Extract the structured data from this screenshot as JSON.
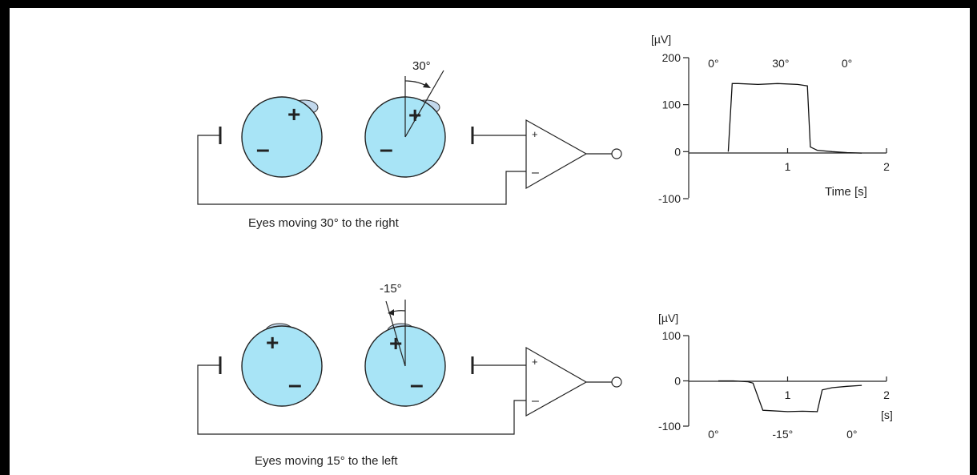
{
  "top_panel": {
    "caption": "Eyes moving 30° to the right",
    "angle_label": "30°",
    "left_eye": {
      "plus": "+",
      "minus": "–"
    },
    "right_eye": {
      "plus": "+",
      "minus": "–"
    },
    "amp": {
      "plus": "+",
      "minus": "–"
    }
  },
  "bottom_panel": {
    "caption": "Eyes moving 15° to the left",
    "angle_label": "-15°",
    "left_eye": {
      "plus": "+",
      "minus": "–"
    },
    "right_eye": {
      "plus": "+",
      "minus": "–"
    },
    "amp": {
      "plus": "+",
      "minus": "–"
    }
  },
  "chart_data": [
    {
      "type": "line",
      "ylabel": "[µV]",
      "xlabel": "Time [s]",
      "y_ticks": [
        "200",
        "100",
        "0",
        "-100"
      ],
      "x_ticks": [
        "1",
        "2"
      ],
      "ylim": [
        -100,
        200
      ],
      "xlim": [
        0,
        2
      ],
      "annotations": [
        "0°",
        "30°",
        "0°"
      ],
      "series": [
        {
          "x": [
            0.4,
            0.44,
            0.5,
            0.7,
            0.9,
            1.1,
            1.2,
            1.23,
            1.3,
            1.45,
            1.6,
            1.75
          ],
          "values": [
            0,
            145,
            145,
            143,
            145,
            143,
            140,
            10,
            3,
            0,
            -2,
            -3
          ]
        }
      ]
    },
    {
      "type": "line",
      "ylabel": "[µV]",
      "xlabel": "[s]",
      "y_ticks": [
        "100",
        "0",
        "-100"
      ],
      "x_ticks": [
        "1",
        "2"
      ],
      "ylim": [
        -100,
        100
      ],
      "xlim": [
        0,
        2
      ],
      "annotations": [
        "0°",
        "-15°",
        "0°"
      ],
      "series": [
        {
          "x": [
            0.3,
            0.45,
            0.6,
            0.65,
            0.75,
            1.0,
            1.15,
            1.3,
            1.35,
            1.45,
            1.6,
            1.75
          ],
          "values": [
            0,
            0,
            -2,
            -5,
            -65,
            -68,
            -67,
            -68,
            -20,
            -15,
            -12,
            -10
          ]
        }
      ]
    }
  ]
}
